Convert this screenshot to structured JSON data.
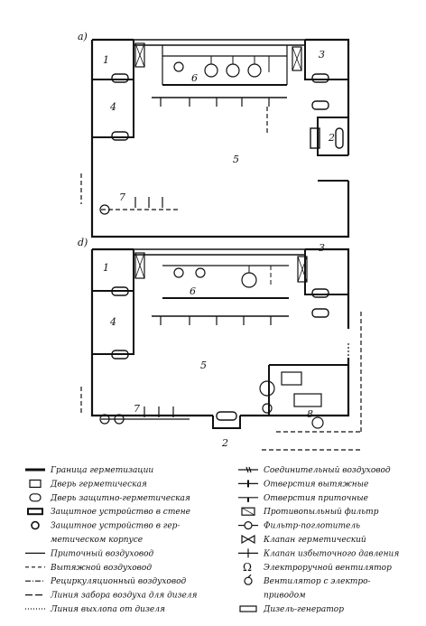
{
  "diagram_a": {
    "tag": "a)",
    "room_labels": [
      "1",
      "2",
      "3",
      "4",
      "5",
      "6",
      "7"
    ]
  },
  "diagram_b": {
    "tag": "d)",
    "room_labels": [
      "1",
      "2",
      "3",
      "4",
      "5",
      "6",
      "7",
      "8"
    ]
  },
  "legend_left": [
    {
      "icon": "thick-line",
      "text": "Граница герметизации"
    },
    {
      "icon": "door-rect",
      "text": "Дверь герметическая"
    },
    {
      "icon": "door-round",
      "text": "Дверь защитно-герметическая"
    },
    {
      "icon": "wall-device",
      "text": "Защитное устройство в стене"
    },
    {
      "icon": "case-device",
      "text": "Защитное устройство в гер-"
    },
    {
      "icon": "none",
      "text": "метическом корпусе"
    },
    {
      "icon": "solid-line",
      "text": "Приточный воздуховод"
    },
    {
      "icon": "dashed-line",
      "text": "Вытяжной воздуховод"
    },
    {
      "icon": "dashdot-line",
      "text": "Рециркуляционный воздуховод"
    },
    {
      "icon": "dash-long-line",
      "text": "Линия забора воздуха для дизеля"
    },
    {
      "icon": "dot-line",
      "text": "Линия выхлопа от дизеля"
    }
  ],
  "legend_right": [
    {
      "icon": "connector",
      "text": "Соединительный воздуховод"
    },
    {
      "icon": "exhaust-hole",
      "text": "Отверстия вытяжные"
    },
    {
      "icon": "supply-hole",
      "text": "Отверстия приточные"
    },
    {
      "icon": "filter",
      "text": "Противопыльный фильтр"
    },
    {
      "icon": "absorber",
      "text": "Фильтр-поглотитель"
    },
    {
      "icon": "valve",
      "text": "Клапан герметический"
    },
    {
      "icon": "overpressure",
      "text": "Клапан избыточного давления"
    },
    {
      "icon": "manual-fan",
      "text": "Электроручной вентилятор"
    },
    {
      "icon": "electric-fan",
      "text": "Вентилятор с электро-"
    },
    {
      "icon": "none",
      "text": "приводом"
    },
    {
      "icon": "diesel",
      "text": "Дизель-генератор"
    }
  ]
}
